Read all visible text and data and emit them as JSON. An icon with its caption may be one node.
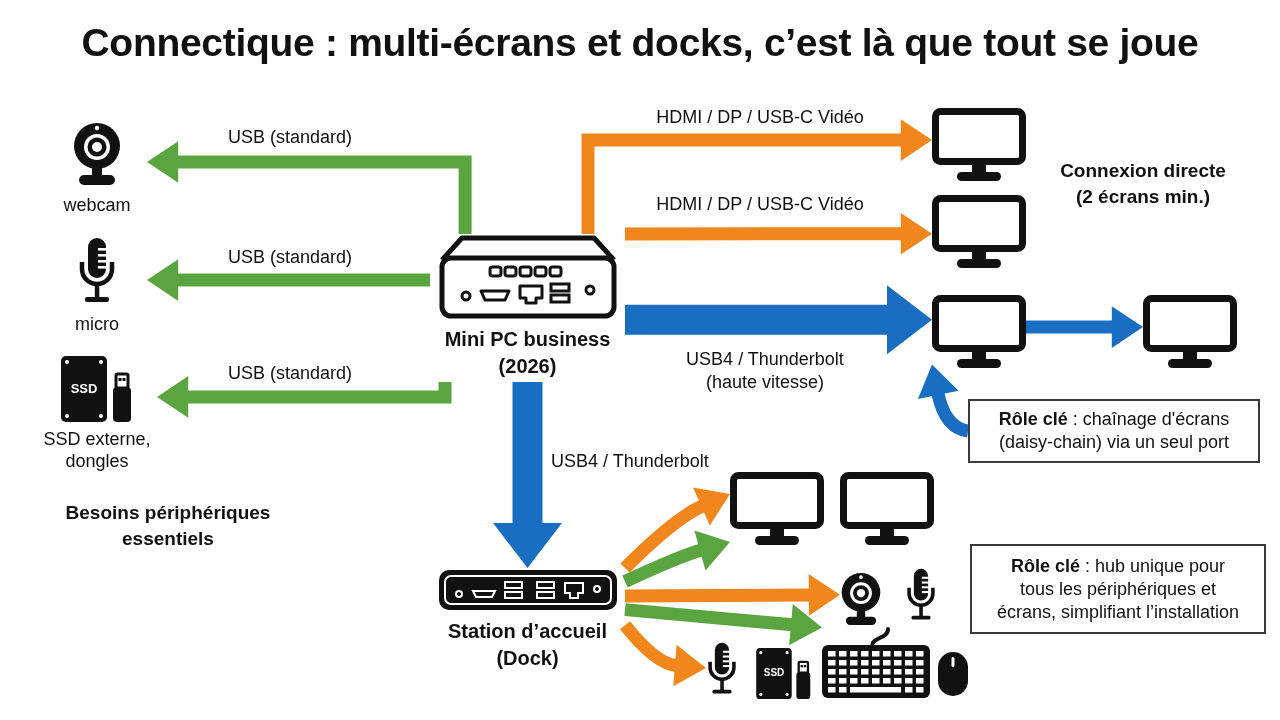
{
  "diagram": {
    "title": "Connectique : multi-écrans et docks, c’est là que tout se joue",
    "nodes": [
      {
        "text": [
          "webcam"
        ]
      },
      {
        "text": [
          "micro"
        ]
      },
      {
        "text": [
          "SSD externe, dongles"
        ]
      },
      {
        "text": [
          "Mini PC business (2026)"
        ]
      },
      {
        "text": [],
        "shape": "box"
      },
      {
        "text": [],
        "shape": "box"
      },
      {
        "text": [],
        "shape": "box"
      },
      {
        "text": [],
        "shape": "box"
      },
      {
        "text": [
          "**Rôle clé** : chaînage d'écrans (daisy-chain) via un seul port"
        ]
      },
      {
        "text": [
          "Station d’accueil (Dock)"
        ]
      },
      {
        "text": [],
        "shape": "box"
      },
      {
        "text": [],
        "shape": "box"
      },
      {
        "text": [],
        "shape": "picture"
      },
      {
        "text": [],
        "shape": "picture"
      },
      {
        "text": [
          "**Rôle clé** : hub unique pour tous les périphériques et écrans, simplifiant l’installation"
        ]
      },
      {
        "text": [],
        "shape": "picture"
      },
      {
        "text": [],
        "shape": "picture"
      },
      {
        "text": [],
        "shape": "picture"
      },
      {
        "text": [],
        "shape": "picture"
      }
    ],
    "edges": [
      {
        "from": 3,
        "to": 0,
        "arrow": "to",
        "label": "USB (standard)",
        "color": "#5ba541"
      },
      {
        "from": 3,
        "to": 1,
        "arrow": "to",
        "label": "USB (standard)",
        "color": "#5ba541"
      },
      {
        "from": 3,
        "to": 2,
        "arrow": "to",
        "label": "USB (standard)",
        "color": "#5ba541"
      },
      {
        "from": 3,
        "to": 4,
        "arrow": "to",
        "label": "HDMI / DP / USB-C Vidéo",
        "color": "#f0861c"
      },
      {
        "from": 3,
        "to": 5,
        "arrow": "to",
        "label": "HDMI / DP / USB-C Vidéo",
        "color": "#f0861c"
      },
      {
        "from": 3,
        "to": 6,
        "arrow": "to",
        "label": "USB4 / Thunderbolt (haute vitesse)",
        "style": "thick",
        "color": "#1a6ec2"
      },
      {
        "from": 6,
        "to": 7,
        "arrow": "to",
        "color": "#1a6ec2"
      },
      {
        "from": 8,
        "to": 6,
        "arrow": "to",
        "color": "#1a6ec2"
      },
      {
        "from": 3,
        "to": 9,
        "arrow": "to",
        "label": "USB4 / Thunderbolt",
        "style": "thick",
        "color": "#1a6ec2"
      },
      {
        "from": 9,
        "to": 10,
        "arrow": "to",
        "color": "#f0861c"
      },
      {
        "from": 9,
        "to": 10,
        "arrow": "to",
        "color": "#5ba541"
      },
      {
        "from": 9,
        "to": 12,
        "arrow": "to",
        "color": "#f0861c"
      },
      {
        "from": 9,
        "to": 17,
        "arrow": "to",
        "color": "#5ba541"
      },
      {
        "from": 9,
        "to": 15,
        "arrow": "to",
        "color": "#f0861c"
      }
    ],
    "labels": [
      "Connexion directe (2 écrans min.)",
      "SSD",
      "Besoins périphériques essentiels",
      "SSD"
    ]
  }
}
